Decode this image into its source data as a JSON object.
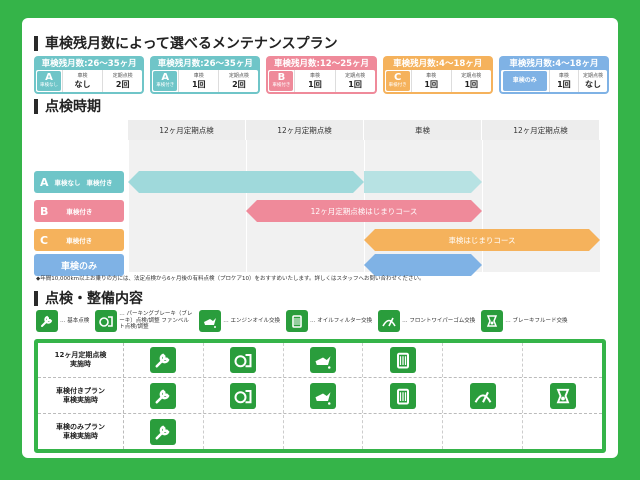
{
  "section1": {
    "title": "車検残月数によって選べるメンテナンスプラン"
  },
  "plans": [
    {
      "header": "車検残月数:26〜35ヶ月",
      "color": "#6fc5c8",
      "badge": "A",
      "badge_sub": "車検なし",
      "col1_label": "車検",
      "col1_value": "なし",
      "col2_label": "定期点検",
      "col2_value": "2回"
    },
    {
      "header": "車検残月数:26〜35ヶ月",
      "color": "#6fc5c8",
      "badge": "A",
      "badge_sub": "車検付き",
      "col1_label": "車検",
      "col1_value": "1回",
      "col2_label": "定期点検",
      "col2_value": "2回"
    },
    {
      "header": "車検残月数:12〜25ヶ月",
      "color": "#ef8a9a",
      "badge": "B",
      "badge_sub": "車検付き",
      "col1_label": "車検",
      "col1_value": "1回",
      "col2_label": "定期点検",
      "col2_value": "1回"
    },
    {
      "header": "車検残月数:4〜18ヶ月",
      "color": "#f5b25c",
      "badge": "C",
      "badge_sub": "車検付き",
      "col1_label": "車検",
      "col1_value": "1回",
      "col2_label": "定期点検",
      "col2_value": "1回"
    },
    {
      "header": "車検残月数:4〜18ヶ月",
      "color": "#7fb2e5",
      "badge": "車検のみ",
      "badge_sub": "",
      "col1_label": "車検",
      "col1_value": "1回",
      "col2_label": "定期点検",
      "col2_value": "なし"
    }
  ],
  "section2": {
    "title": "点検時期"
  },
  "schedule": {
    "columns": [
      "12ヶ月定期点検",
      "12ヶ月定期点検",
      "車検",
      "12ヶ月定期点検"
    ],
    "rows": [
      {
        "letter": "A",
        "label1": "車検なし",
        "label2": "車検付き",
        "color": "#6fc5c8"
      },
      {
        "letter": "B",
        "label1": "",
        "label2": "車検付き",
        "color": "#ef8a9a"
      },
      {
        "letter": "C",
        "label1": "",
        "label2": "車検付き",
        "color": "#f5b25c"
      },
      {
        "letter": "",
        "label1": "車検のみ",
        "label2": "",
        "color": "#7fb2e5"
      }
    ],
    "arrow_b_text": "12ヶ月定期点検はじまりコース",
    "arrow_c_text": "車検はじまりコース"
  },
  "note": "◆年間10,000km以上お乗りの方には、法定点検から6ヶ月後の有料点検（プロケア10）をおすすめいたします。詳しくはスタッフへお問い合わせください。",
  "section3": {
    "title": "点検・整備内容"
  },
  "legend": [
    {
      "icon": "wrench-icon",
      "text": "… 基本点検"
    },
    {
      "icon": "brake-icon",
      "text": "… パーキングブレーキ（ブレーキ）点検/調整 ファンベルト点検/調整"
    },
    {
      "icon": "oil-can-icon",
      "text": "… エンジンオイル交換"
    },
    {
      "icon": "oil-filter-icon",
      "text": "… オイルフィルター交換"
    },
    {
      "icon": "wiper-icon",
      "text": "… フロントワイパーゴム交換"
    },
    {
      "icon": "brake-fluid-icon",
      "text": "… ブレーキフルード交換"
    }
  ],
  "table": {
    "rows": [
      {
        "label1": "12ヶ月定期点検",
        "label2": "実施時"
      },
      {
        "label1": "車検付きプラン",
        "label2": "車検実施時"
      },
      {
        "label1": "車検のみプラン",
        "label2": "車検実施時"
      }
    ]
  },
  "colors": {
    "background": "#35b449",
    "icon_green": "#2a9d3c"
  }
}
